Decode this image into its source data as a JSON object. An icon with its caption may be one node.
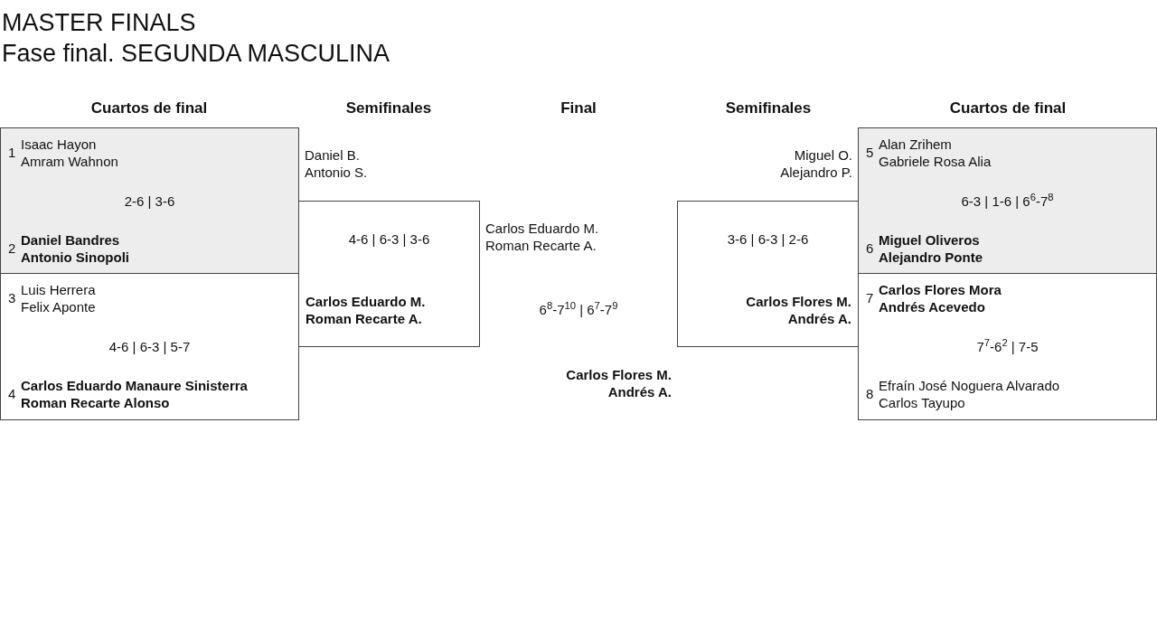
{
  "diagram": {
    "title": "MASTER FINALS",
    "nodes": [
      {
        "text": [
          "1",
          "Isaac Hayon",
          "Amram Wahnon",
          "2-6 | 3-6",
          "2",
          "**Daniel Bandres**",
          "**Antonio Sinopoli**"
        ]
      },
      {
        "text": [
          "3",
          "Luis Herrera",
          "Felix Aponte",
          "4-6 | 6-3 | 5-7",
          "4",
          "**Carlos Eduardo Manaure Sinisterra**",
          "**Roman Recarte Alonso**"
        ]
      },
      {
        "text": [
          "4-6 | 6-3 | 3-6",
          "**Carlos Eduardo M.**",
          "**Roman Recarte A.**"
        ]
      },
      {
        "text": [
          "3-6 | 6-3 | 2-6",
          "**Carlos Flores M.**",
          "**Andrés A.**"
        ]
      },
      {
        "text": [
          "5",
          "Alan Zrihem",
          "Gabriele Rosa Alia",
          "6-3 | 1-6 | 6$^{6}$-7$^{8}$",
          "6",
          "**Miguel Oliveros**",
          "**Alejandro Ponte**"
        ]
      },
      {
        "text": [
          "7",
          "**Carlos Flores Mora**",
          "**Andrés Acevedo**",
          "7$^{7}$-6$^{2}$ | 7-5",
          "8",
          "Efraín José Noguera Alvarado",
          "Carlos Tayupo"
        ]
      }
    ],
    "labels": [
      "Fase final. SEGUNDA MASCULINA",
      "Cuartos de final",
      "Semifinales",
      "Final",
      "Semifinales",
      "Cuartos de final",
      "Daniel B.",
      "Antonio S.",
      "Miguel O.",
      "Alejandro P.",
      "Carlos Eduardo M.",
      "Roman Recarte A.",
      "6$^{8}$-7$^{10}$ | 6$^{7}$-7$^{9}$",
      "**Carlos Flores M.**",
      "**Andrés A.**"
    ]
  }
}
